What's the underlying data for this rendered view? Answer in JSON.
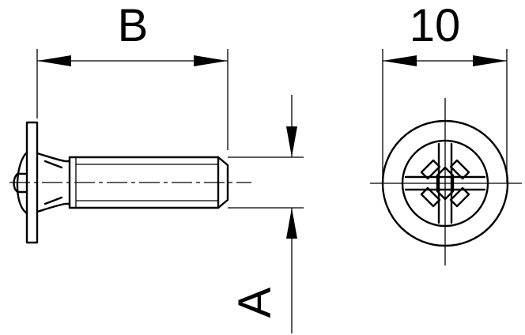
{
  "drawing": {
    "labels": {
      "b": "B",
      "ten": "10",
      "a": "A"
    }
  }
}
